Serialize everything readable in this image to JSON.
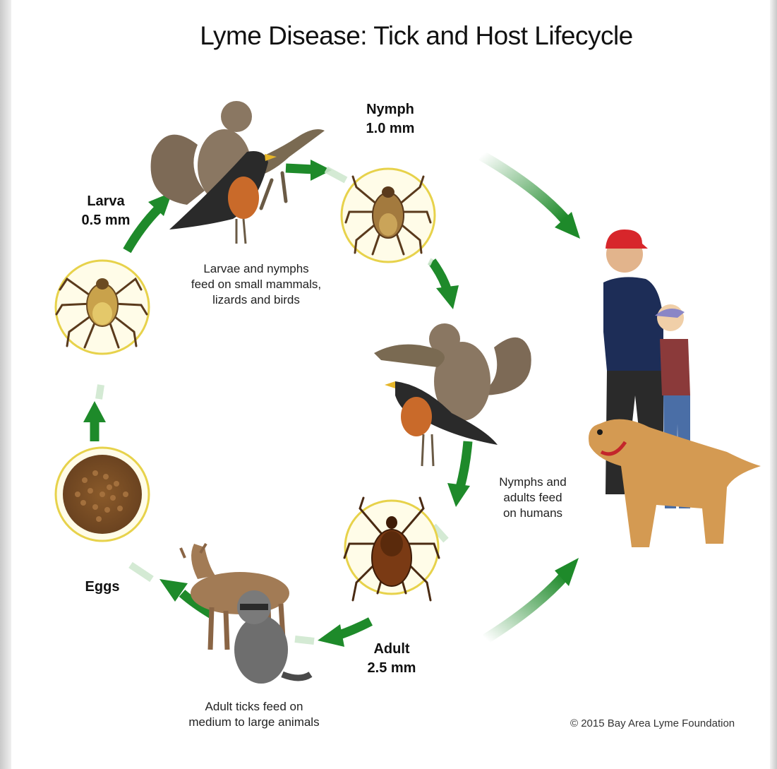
{
  "title": "Lyme Disease: Tick and Host Lifecycle",
  "stages": {
    "larva": {
      "name": "Larva",
      "size": "0.5 mm"
    },
    "nymph": {
      "name": "Nymph",
      "size": "1.0 mm"
    },
    "adult": {
      "name": "Adult",
      "size": "2.5 mm"
    },
    "eggs": {
      "name": "Eggs"
    }
  },
  "captions": {
    "small_hosts": [
      "Larvae and nymphs",
      "feed on small mammals,",
      "lizards and birds"
    ],
    "humans": [
      "Nymphs and",
      "adults feed",
      "on humans"
    ],
    "large_hosts": [
      "Adult ticks feed on",
      "medium to large animals"
    ]
  },
  "credit": "© 2015 Bay Area Lyme Foundation",
  "colors": {
    "arrow_green": "#1e8a2a",
    "circle_ring": "#e7d24b",
    "tick_brown": "#5a3a1c"
  }
}
